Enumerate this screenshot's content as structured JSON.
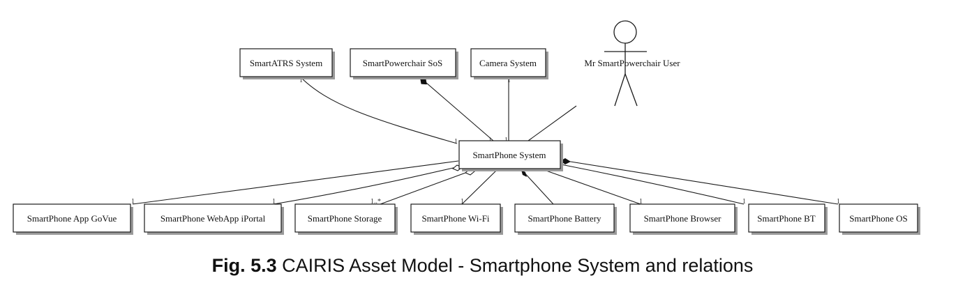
{
  "diagram": {
    "top_assets": [
      {
        "id": "smartatrs",
        "label": "SmartATRS System"
      },
      {
        "id": "powerchair",
        "label": "SmartPowerchair SoS"
      },
      {
        "id": "camera",
        "label": "Camera System"
      }
    ],
    "actor": {
      "label": "Mr SmartPowerchair User"
    },
    "center_asset": {
      "label": "SmartPhone System"
    },
    "bottom_assets": [
      {
        "id": "govue",
        "label": "SmartPhone App GoVue"
      },
      {
        "id": "iportal",
        "label": "SmartPhone WebApp iPortal"
      },
      {
        "id": "storage",
        "label": "SmartPhone Storage"
      },
      {
        "id": "wifi",
        "label": "SmartPhone Wi-Fi"
      },
      {
        "id": "battery",
        "label": "SmartPhone Battery"
      },
      {
        "id": "browser",
        "label": "SmartPhone Browser"
      },
      {
        "id": "bt",
        "label": "SmartPhone BT"
      },
      {
        "id": "os",
        "label": "SmartPhone OS"
      }
    ],
    "multiplicity_labels": [
      "1",
      "1..*"
    ]
  },
  "caption": {
    "prefix": "Fig. 5.3",
    "text": " CAIRIS Asset Model - Smartphone System and relations"
  }
}
